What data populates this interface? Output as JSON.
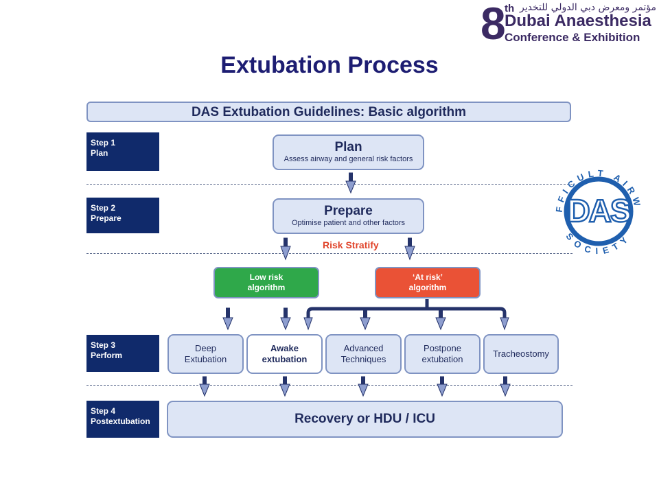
{
  "logo": {
    "number": "8",
    "suffix": "th",
    "arabic": "مؤتمر ومعرض دبي الدولي للتخدير",
    "line1": "Dubai Anaesthesia",
    "line2": "Conference & Exhibition"
  },
  "title": "Extubation Process",
  "banner": "DAS Extubation Guidelines: Basic algorithm",
  "steps": [
    {
      "num": "Step 1",
      "name": "Plan"
    },
    {
      "num": "Step 2",
      "name": "Prepare"
    },
    {
      "num": "Step 3",
      "name": "Perform"
    },
    {
      "num": "Step 4",
      "name": "Postextubation"
    }
  ],
  "plan": {
    "title": "Plan",
    "subtitle": "Assess airway and general risk factors"
  },
  "prepare": {
    "title": "Prepare",
    "subtitle": "Optimise patient and other factors"
  },
  "risk_label": "Risk Stratify",
  "low_risk": {
    "line1": "Low risk",
    "line2": "algorithm",
    "color": "#2fa84a"
  },
  "at_risk": {
    "line1": "‘At risk’",
    "line2": "algorithm",
    "color": "#ea5236"
  },
  "options": [
    {
      "line1": "Deep",
      "line2": "Extubation"
    },
    {
      "line1": "Awake",
      "line2": "extubation"
    },
    {
      "line1": "Advanced",
      "line2": "Techniques"
    },
    {
      "line1": "Postpone",
      "line2": "extubation"
    },
    {
      "line1": "Tracheostomy",
      "line2": ""
    }
  ],
  "recovery": "Recovery or HDU / ICU",
  "das_seal": {
    "acronym": "DAS",
    "top_text": "DIFFICULT AIRWAY",
    "bottom_text": "SOCIETY",
    "color": "#1f5fae"
  }
}
